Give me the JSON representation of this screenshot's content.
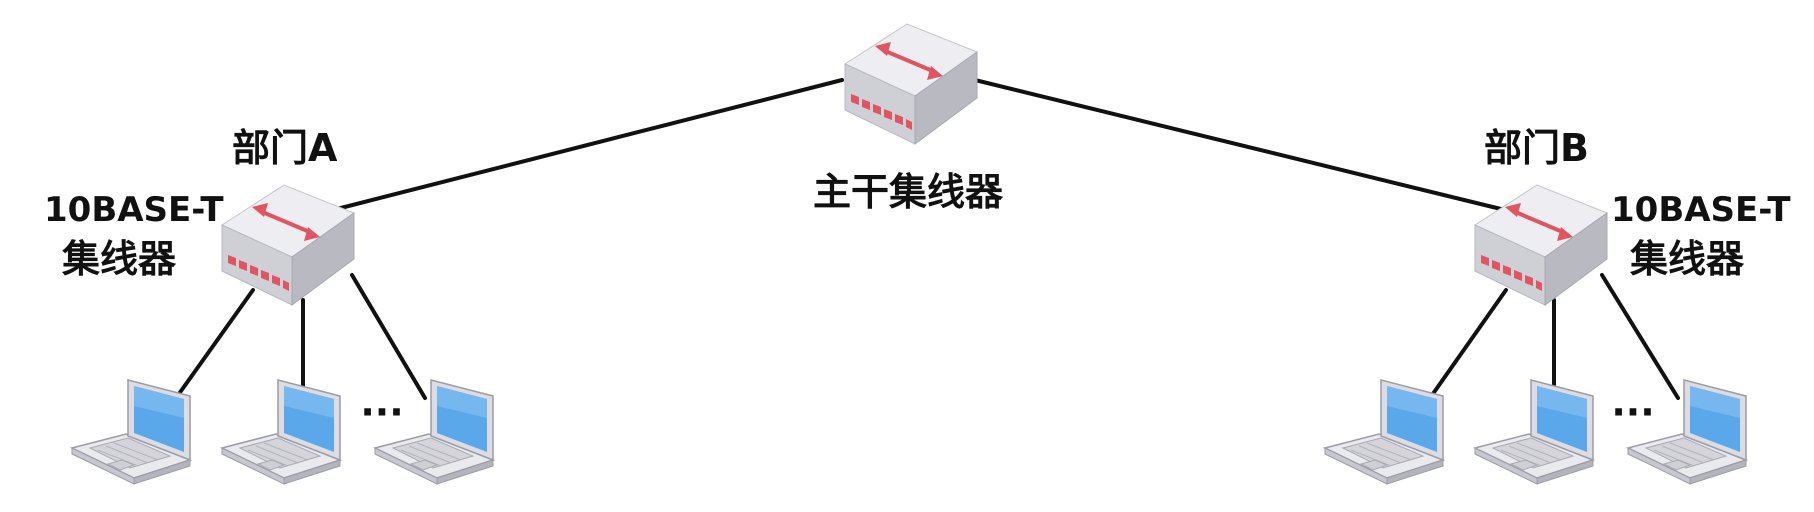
{
  "backbone": {
    "label": "主干集线器"
  },
  "dept_a": {
    "name": "部门A",
    "hub_model": "10BASE-T",
    "hub_type": "集线器",
    "ellipsis": "···"
  },
  "dept_b": {
    "name": "部门B",
    "hub_model": "10BASE-T",
    "hub_type": "集线器",
    "ellipsis": "···"
  },
  "colors": {
    "hub_top": "#eeeef2",
    "hub_left": "#cfcfd6",
    "hub_right": "#b9b9c2",
    "hub_arrow": "#e05562",
    "hub_port": "#e05562",
    "screen": "#5aa8ea",
    "laptop_body": "#e3e3e8",
    "line": "#111111"
  }
}
